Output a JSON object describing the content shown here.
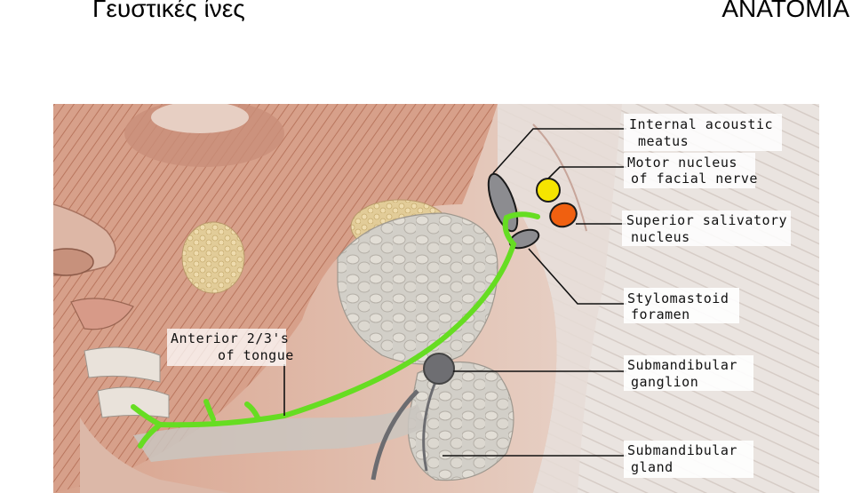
{
  "header": {
    "title": "Γευστικές ίνες",
    "tag": "ΑΝΑΤΟΜΙΑ"
  },
  "labels": {
    "internal_acoustic": [
      "Internal acoustic",
      "meatus"
    ],
    "motor_nucleus": [
      "Motor nucleus",
      "of facial nerve"
    ],
    "superior_salivatory": [
      "Superior salivatory",
      "nucleus"
    ],
    "stylomastoid": [
      "Stylomastoid",
      "foramen"
    ],
    "submandibular_ganglion": [
      "Submandibular",
      "ganglion"
    ],
    "submandibular_gland": [
      "Submandibular",
      "gland"
    ],
    "anterior_tongue": [
      "Anterior 2/3's",
      "of tongue"
    ]
  },
  "colors": {
    "nerve": "#66dd22",
    "motor_nucleus": "#f5e400",
    "salivatory_nucleus": "#f06010",
    "muscle": "#d9a088",
    "gland": "#cfcfc6",
    "leader": "#111111"
  }
}
